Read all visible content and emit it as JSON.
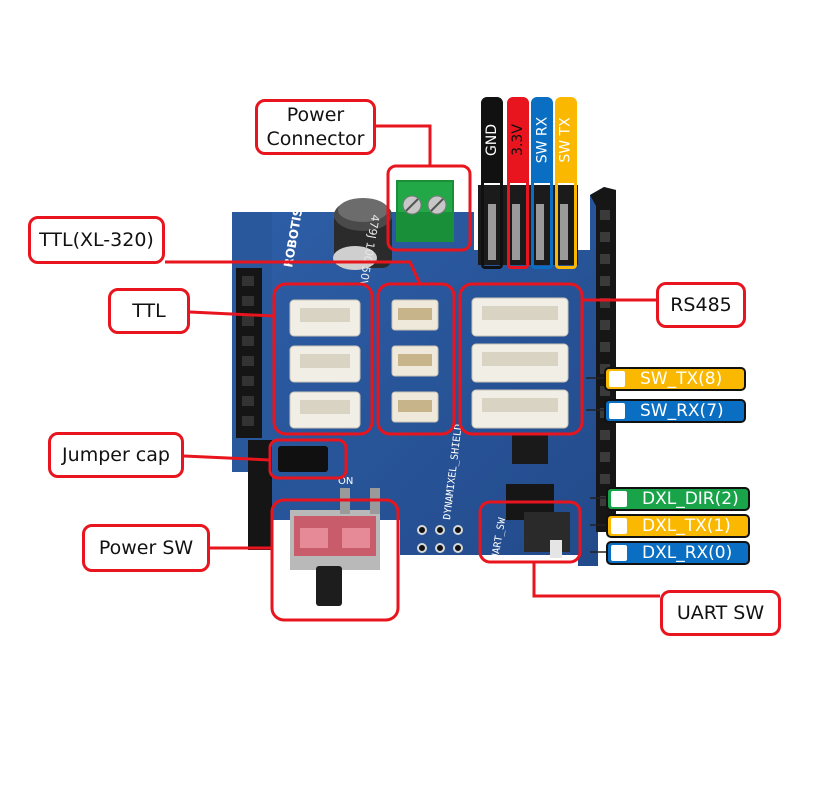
{
  "callouts": {
    "power_connector": "Power\nConnector",
    "ttl_xl320": "TTL(XL-320)",
    "ttl": "TTL",
    "rs485": "RS485",
    "jumper_cap": "Jumper cap",
    "power_sw": "Power SW",
    "uart_sw": "UART SW"
  },
  "header_pins": [
    {
      "label": "GND",
      "color": "#111111"
    },
    {
      "label": "3.3V",
      "color": "#e8141e"
    },
    {
      "label": "SW RX",
      "color": "#0a6fc2"
    },
    {
      "label": "SW TX",
      "color": "#fbb800"
    }
  ],
  "pin_labels": [
    {
      "label": "SW_TX(8)",
      "color": "#fbb800"
    },
    {
      "label": "SW_RX(7)",
      "color": "#0a6fc2"
    },
    {
      "label": "DXL_DIR(2)",
      "color": "#19a44a"
    },
    {
      "label": "DXL_TX(1)",
      "color": "#fbb800"
    },
    {
      "label": "DXL_RX(0)",
      "color": "#0a6fc2"
    }
  ],
  "board_text": {
    "capacitor": "479J 100 50V",
    "shield_name": "DYNAMIXEL_SHIELD",
    "brand": "ROBOTIS",
    "uart_sw": "UART_SW",
    "on": "ON"
  }
}
